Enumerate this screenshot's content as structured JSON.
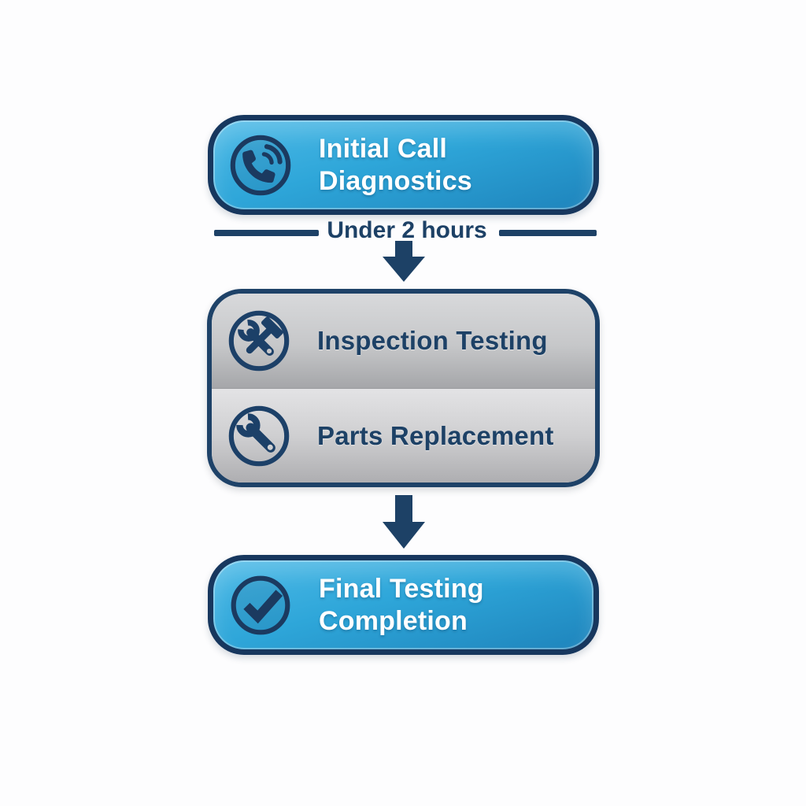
{
  "page": {
    "background": "#fdfdfe"
  },
  "flowchart": {
    "step1": {
      "line1": "Initial Call",
      "line2": "Diagnostics",
      "icon": "phone-icon",
      "variant": "blue"
    },
    "connector1": {
      "label": "Under 2 hours"
    },
    "step2": {
      "label": "Inspection Testing",
      "icon": "tools-icon",
      "variant": "gray"
    },
    "step3": {
      "label": "Parts Replacement",
      "icon": "wrench-icon",
      "variant": "gray"
    },
    "step4": {
      "line1": "Final Testing",
      "line2": "Completion",
      "icon": "check-icon",
      "variant": "blue"
    },
    "colors": {
      "navy": "#1d4166",
      "box_border": "#17375e",
      "blue_gradient_top": "#4dbae7",
      "blue_gradient_bottom": "#1e84bc",
      "gray_row1_top": "#d8d9db",
      "gray_row1_bottom": "#a5a6a9",
      "gray_row2_top": "#e3e3e5",
      "gray_row2_bottom": "#aeaeb1"
    }
  }
}
